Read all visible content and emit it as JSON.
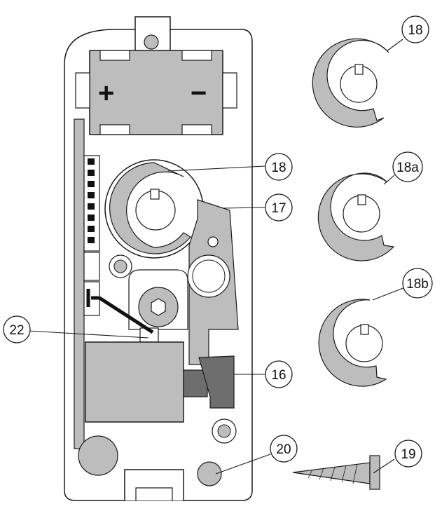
{
  "battery": {
    "plus": "+",
    "minus": "−"
  },
  "callouts": {
    "c18_main": "18",
    "c17": "17",
    "c22": "22",
    "c16": "16",
    "c20": "20",
    "c19": "19",
    "c18_side": "18",
    "c18a": "18a",
    "c18b": "18b"
  },
  "colors": {
    "outline": "#1a1a1a",
    "part_gray": "#bdbdbd",
    "dark_gray": "#6e6e6e",
    "background": "#ffffff"
  }
}
